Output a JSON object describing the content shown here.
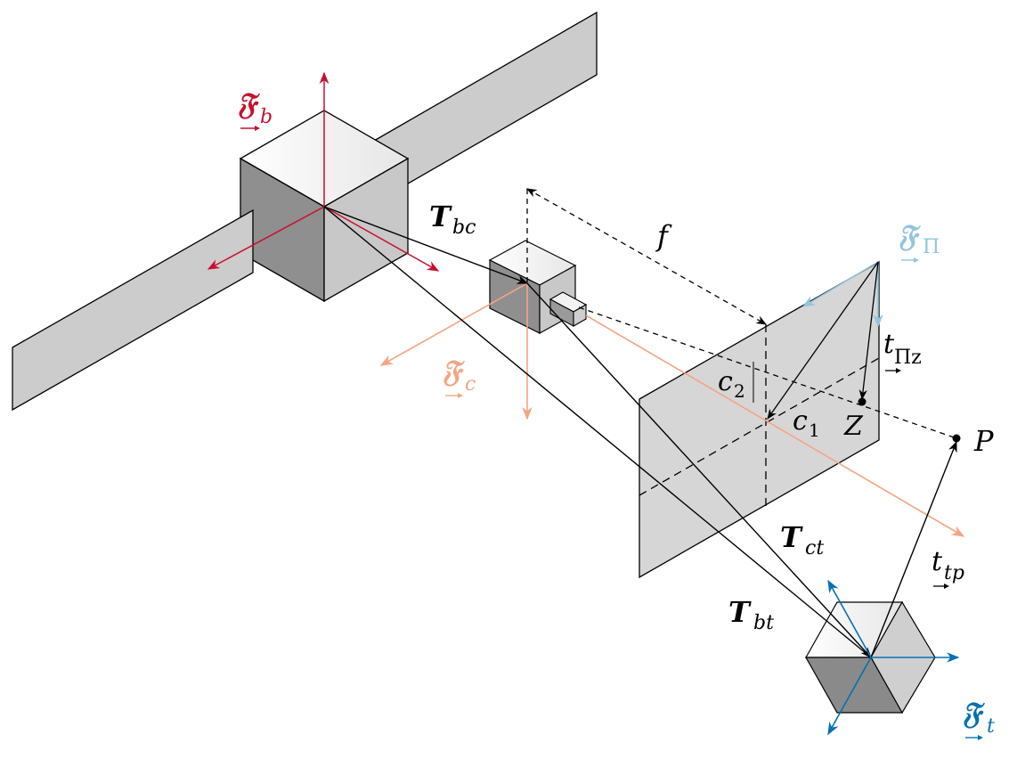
{
  "colors": {
    "body_frame": "#c8102e",
    "camera_frame": "#f4a582",
    "image_frame": "#92c5de",
    "target_frame": "#0571b0",
    "panel_fill": "#cccccc",
    "ink": "#000000"
  },
  "labels": {
    "F_b": {
      "main": "𝔉",
      "sub": "b"
    },
    "F_c": {
      "main": "𝔉",
      "sub": "c"
    },
    "F_pi": {
      "main": "𝔉",
      "sub": "Π"
    },
    "F_t": {
      "main": "𝔉",
      "sub": "t"
    },
    "T_bc": {
      "main": "T",
      "sub": "bc"
    },
    "T_ct": {
      "main": "T",
      "sub": "ct"
    },
    "T_bt": {
      "main": "T",
      "sub": "bt"
    },
    "focal": "f",
    "c1": {
      "main": "c",
      "sub": "1"
    },
    "c2": {
      "main": "c",
      "sub": "2"
    },
    "Z": "Z",
    "P": "P",
    "t_piz": {
      "main": "t",
      "sub": "Πz"
    },
    "t_tp": {
      "main": "t",
      "sub": "tp"
    }
  }
}
